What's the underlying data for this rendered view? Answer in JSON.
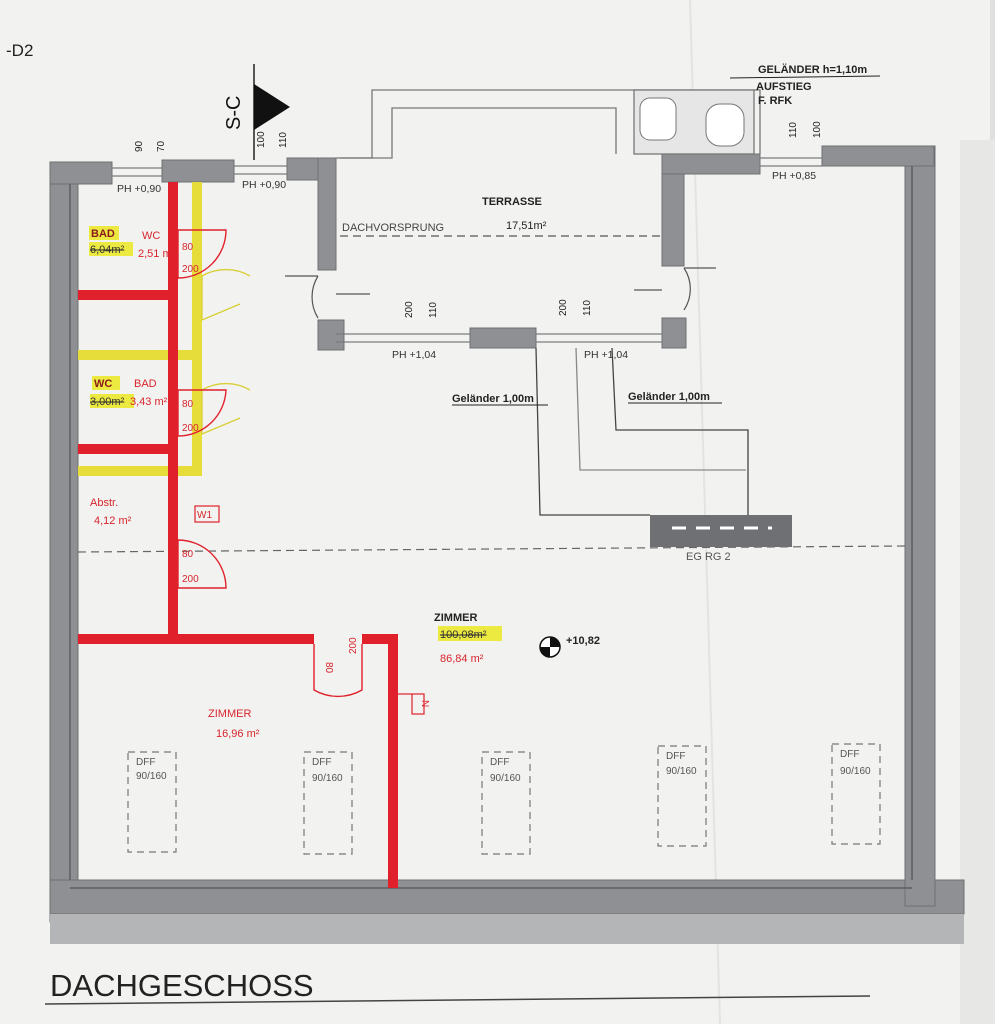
{
  "sheet": {
    "ref": "-D2",
    "title": "DACHGESCHOSS",
    "section_mark": "S-C"
  },
  "heights": {
    "h90": "90",
    "h70": "70",
    "h100": "100",
    "h110": "110",
    "t110": "110",
    "t100": "100",
    "w200a": "200",
    "w110a": "110",
    "w200b": "200",
    "w110b": "110"
  },
  "parapets": {
    "ph_090a": "PH +0,90",
    "ph_090b": "PH +0,90",
    "ph_085": "PH +0,85",
    "ph_104a": "PH +1,04",
    "ph_104b": "PH +1,04"
  },
  "annotations": {
    "gelaender_top": "GELÄNDER h=1,10m",
    "aufstieg": "AUFSTIEG",
    "rfk": "F. RFK",
    "dachvorsprung": "DACHVORSPRUNG",
    "gelaender_left": "Geländer 1,00m",
    "gelaender_right": "Geländer 1,00m",
    "eg_rg": "EG RG 2",
    "level": "+10,82",
    "window_tag": "W1",
    "n_tag": "N"
  },
  "rooms": {
    "terrasse": {
      "name": "TERRASSE",
      "area": "17,51m²"
    },
    "bad1": {
      "name": "BAD",
      "area_old": "6,04m²"
    },
    "wc1": {
      "name": "WC",
      "area": "2,51 m²"
    },
    "wc2": {
      "name": "WC",
      "area_old": "3,00m²"
    },
    "bad2": {
      "name": "BAD",
      "area": "3,43 m²"
    },
    "abstr": {
      "name": "Abstr.",
      "area": "4,12 m²"
    },
    "zimmer_main": {
      "name": "ZIMMER",
      "area_old": "100,08m²",
      "area": "86,84 m²"
    },
    "zimmer_small": {
      "name": "ZIMMER",
      "area": "16,96 m²"
    }
  },
  "doors": {
    "d1_w": "80",
    "d1_h": "200",
    "d2_w": "80",
    "d2_h": "200",
    "d3_w": "80",
    "d3_h": "200",
    "d4_w": "80",
    "d4_h": "200"
  },
  "skylights": [
    {
      "label": "DFF",
      "size": "90/160"
    },
    {
      "label": "DFF",
      "size": "90/160"
    },
    {
      "label": "DFF",
      "size": "90/160"
    },
    {
      "label": "DFF",
      "size": "90/160"
    },
    {
      "label": "DFF",
      "size": "90/160"
    }
  ],
  "colors": {
    "new_wall": "#e0202a",
    "demolish_wall": "#e6dd3a",
    "existing_wall": "#8e9093",
    "highlight": "#ece940",
    "red_text": "#d8242c"
  }
}
